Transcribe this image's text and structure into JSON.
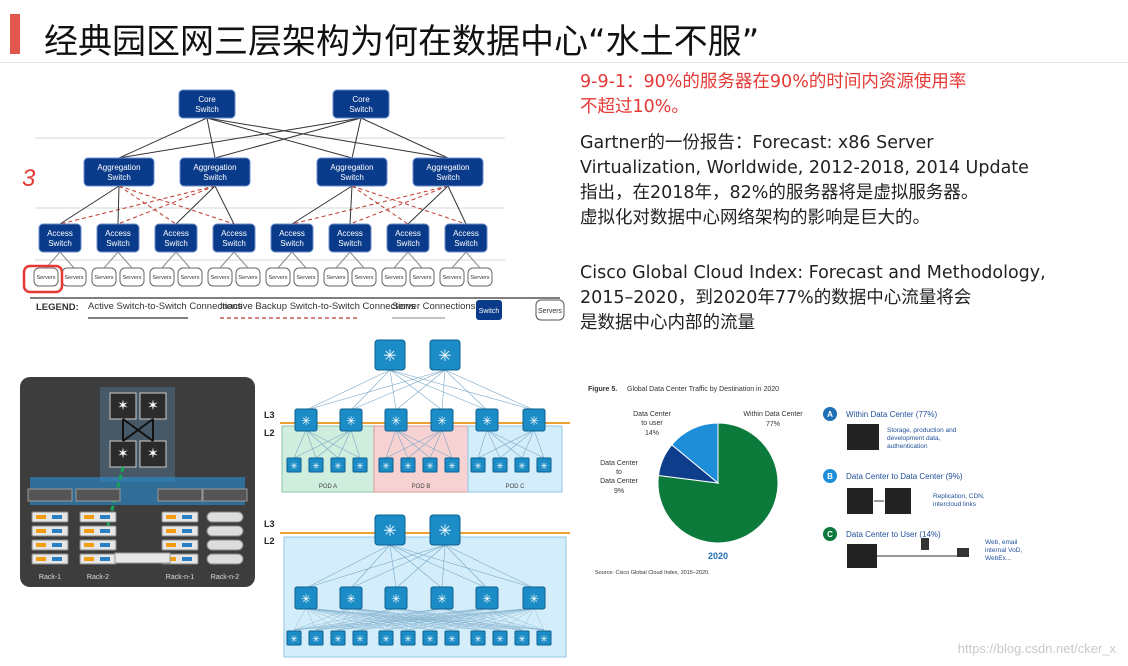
{
  "slide": {
    "title": "经典园区网三层架构为何在数据中心“水土不服”"
  },
  "text": {
    "point_heading": "9-9-1：90%的服务器在90%的时间内资源使用率",
    "point_heading_2": "不超过10%。",
    "gartner_1": "Gartner的一份报告：Forecast: x86 Server",
    "gartner_2": "Virtualization, Worldwide, 2012-2018, 2014 Update",
    "gartner_3": "指出，在2018年，82%的服务器将是虚拟服务器。",
    "gartner_4": "虚拟化对数据中心网络架构的影响是巨大的。",
    "cisco_1": "Cisco Global Cloud Index: Forecast and Methodology,",
    "cisco_2": "2015–2020，到2020年77%的数据中心流量将会",
    "cisco_3": "是数据中心内部的流量"
  },
  "three_tier": {
    "core_label": "Core Switch",
    "agg_label": "Aggregation Switch",
    "access_label": "Access Switch",
    "server_label": "Servers",
    "annotation": "3",
    "legend": {
      "title": "LEGEND:",
      "active": "Active Switch-to-Switch Connections",
      "inactive": "Inactive Backup Switch-to-Switch Connections",
      "server_conn": "Server Connections",
      "switch_icon": "Switch",
      "servers_icon": "Servers"
    }
  },
  "rack_diagram": {
    "labels": [
      "Rack-1",
      "Rack-2",
      "Rack-n-1",
      "Rack-n-2"
    ]
  },
  "pod_diagram": {
    "l3": "L3",
    "l2": "L2",
    "pods": [
      "POD A",
      "POD B",
      "POD C"
    ]
  },
  "figure": {
    "caption_num": "Figure 5.",
    "caption_text": "Global Data Center Traffic by Destination in 2020",
    "year": "2020",
    "source": "Source: Cisco Global Cloud Index, 2015–2020.",
    "label_within": "Within Data Center",
    "label_within_pct": "77%",
    "label_user": "Data Center to user",
    "label_user_pct": "14%",
    "label_dc": "Data Center to Data Center",
    "label_dc_pct": "9%",
    "legend": [
      {
        "letter": "A",
        "title": "Within Data Center (77%)",
        "desc": "Storage, production and development data, authentication"
      },
      {
        "letter": "B",
        "title": "Data Center to Data Center (9%)",
        "desc": "Replication, CDN, intercloud links"
      },
      {
        "letter": "C",
        "title": "Data Center to User (14%)",
        "desc": "Web, email internal VoD, WebEx..."
      }
    ]
  },
  "chart_data": {
    "type": "pie",
    "title": "Global Data Center Traffic by Destination in 2020",
    "categories": [
      "Within Data Center",
      "Data Center to user",
      "Data Center to Data Center"
    ],
    "values": [
      77,
      14,
      9
    ],
    "colors": [
      "#0b7a3b",
      "#1f8ed8",
      "#0e3d8c"
    ]
  },
  "watermark": "https://blog.csdn.net/cker_x"
}
